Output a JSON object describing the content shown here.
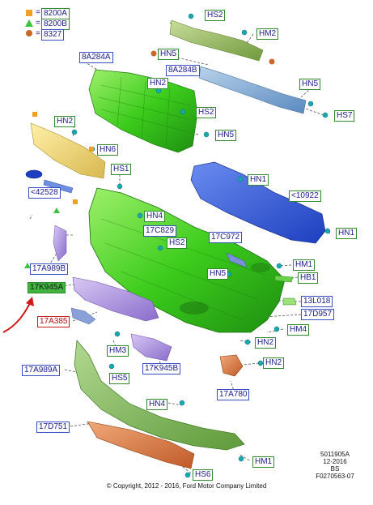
{
  "legend": [
    {
      "symbol": "square",
      "color": "#f0a020",
      "code": "8200A"
    },
    {
      "symbol": "triangle",
      "color": "#3cc43c",
      "code": "8200B"
    },
    {
      "symbol": "circle",
      "color": "#c8682a",
      "code": "8327"
    }
  ],
  "labels": {
    "hs2_top": "HS2",
    "hm2_top": "HM2",
    "a8a284a": "8A284A",
    "hn5_a": "HN5",
    "a8a284b": "8A284B",
    "hn2_a": "HN2",
    "hn5_b": "HN5",
    "hs2_b": "HS2",
    "hs7": "HS7",
    "hn2_b": "HN2",
    "hn5_c": "HN5",
    "hn6": "HN6",
    "hs1": "HS1",
    "hn1_a": "HN1",
    "a42528": "<42528",
    "a10922": "<10922",
    "hn4_a": "HN4",
    "a17c829": "17C829",
    "hs2_c": "HS2",
    "a17c972": "17C972",
    "hn1_b": "HN1",
    "a17a989b": "17A989B",
    "hm1_a": "HM1",
    "hn5_d": "HN5",
    "hb1": "HB1",
    "a17k945a": "17K945A",
    "a13l018": "13L018",
    "a17d957": "17D957",
    "a17a385": "17A385",
    "hm4": "HM4",
    "hn2_c": "HN2",
    "hm3": "HM3",
    "a17a989a": "17A989A",
    "hs5": "HS5",
    "a17k945b": "17K945B",
    "hn2_d": "HN2",
    "a17a780": "17A780",
    "hn4_b": "HN4",
    "a17d751": "17D751",
    "hm1_b": "HM1",
    "hs6": "HS6"
  },
  "meta": {
    "line1": "5011905A",
    "line2": "12-2016",
    "line3": "BS",
    "line4": "F0270563-07"
  },
  "copyright": "© Copyright, 2012 - 2016, Ford Motor Company Limited"
}
